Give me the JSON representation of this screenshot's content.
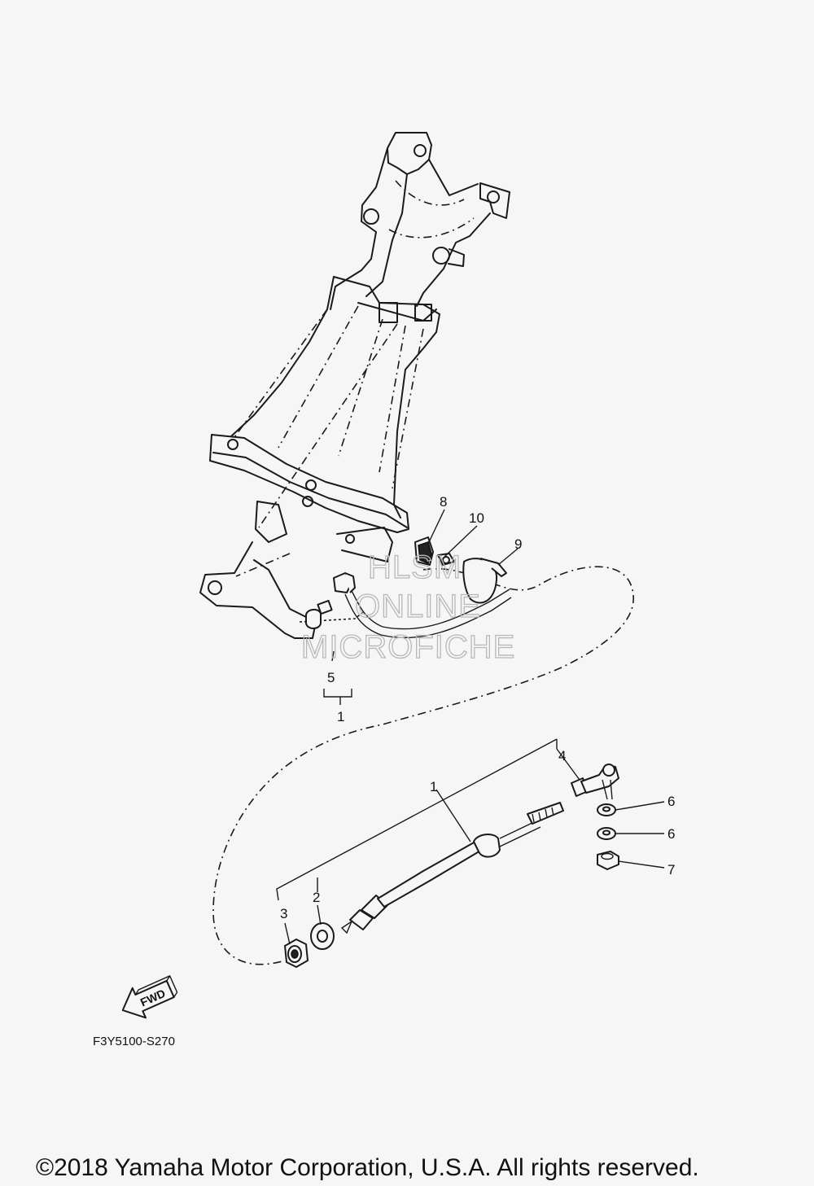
{
  "callouts": {
    "c1_top": "1",
    "c5": "5",
    "c8": "8",
    "c10": "10",
    "c9": "9",
    "c4": "4",
    "c1": "1",
    "c6a": "6",
    "c6b": "6",
    "c7": "7",
    "c3": "3",
    "c2": "2"
  },
  "watermark": {
    "line1": "HLSM",
    "line2": "ONLINE",
    "line3": "MICROFICHE"
  },
  "fwd_label": "FWD",
  "diagram_code": "F3Y5100-S270",
  "copyright": "©2018 Yamaha Motor Corporation, U.S.A. All rights reserved."
}
